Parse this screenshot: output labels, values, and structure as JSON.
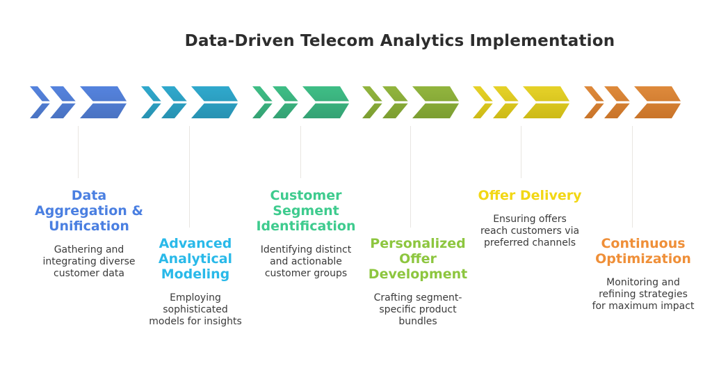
{
  "title": "Data-Driven Telecom Analytics Implementation",
  "colors": {
    "background": "#ffffff",
    "main_title": "#2d2d2d",
    "description_text": "#3a3a3a",
    "connector_line": "#e8e5e1",
    "arrow_divider_stripe": "#ffffff"
  },
  "stages": [
    {
      "name": "Data Aggregation & Unification",
      "title_lines": "Data\nAggregation &\nUnification",
      "description_lines": "Gathering and\nintegrating diverse\ncustomer data",
      "title_color": "#4a7fe1",
      "arrow_color_top": "#5583de",
      "arrow_color_bottom": "#4a73c2"
    },
    {
      "name": "Advanced Analytical Modeling",
      "title_lines": "Advanced\nAnalytical\nModeling",
      "description_lines": "Employing\nsophisticated\nmodels for insights",
      "title_color": "#29b9e9",
      "arrow_color_top": "#30a9cd",
      "arrow_color_bottom": "#2792b2"
    },
    {
      "name": "Customer Segment Identification",
      "title_lines": "Customer\nSegment\nIdentification",
      "description_lines": "Identifying distinct\nand actionable\ncustomer groups",
      "title_color": "#3ecb8e",
      "arrow_color_top": "#3fbe86",
      "arrow_color_bottom": "#34a274"
    },
    {
      "name": "Personalized Offer Development",
      "title_lines": "Personalized\nOffer\nDevelopment",
      "description_lines": "Crafting segment-\nspecific product\nbundles",
      "title_color": "#8dc63f",
      "arrow_color_top": "#92b53e",
      "arrow_color_bottom": "#7c9e31"
    },
    {
      "name": "Offer Delivery",
      "title_lines": "Offer Delivery",
      "description_lines": "Ensuring offers\nreach customers via\npreferred channels",
      "title_color": "#f2d714",
      "arrow_color_top": "#e6d229",
      "arrow_color_bottom": "#cdba16"
    },
    {
      "name": "Continuous Optimization",
      "title_lines": "Continuous\nOptimization",
      "description_lines": "Monitoring and\nrefining strategies\nfor maximum impact",
      "title_color": "#ef8f38",
      "arrow_color_top": "#de8a3c",
      "arrow_color_bottom": "#c97429"
    }
  ]
}
